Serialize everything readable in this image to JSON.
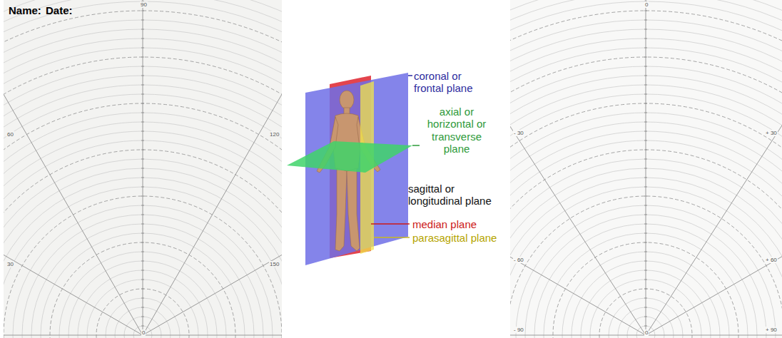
{
  "diagram": {
    "labels": [
      "Name:",
      "Date:",
      "90",
      "60",
      "120",
      "30",
      "150",
      "0",
      "coronal or frontal plane",
      "axial or horizontal or transverse plane",
      "sagittal or longitudinal plane",
      "median plane",
      "parasagittal plane",
      "0",
      "- 30",
      "+ 30",
      "- 60",
      "+ 60",
      "- 90",
      "+ 90",
      "0"
    ]
  }
}
